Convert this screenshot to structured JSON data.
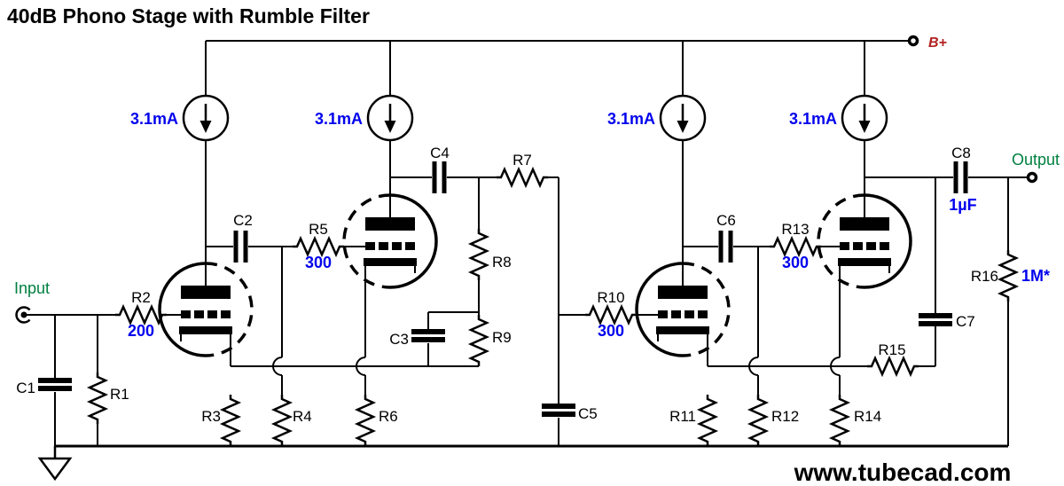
{
  "title": "40dB Phono Stage with Rumble Filter",
  "website": "www.tubecad.com",
  "ports": {
    "input": "Input",
    "output": "Output",
    "supply": "B+"
  },
  "current_sources": {
    "cs1": "3.1mA",
    "cs2": "3.1mA",
    "cs3": "3.1mA",
    "cs4": "3.1mA"
  },
  "resistors": {
    "R1": {
      "label": "R1"
    },
    "R2": {
      "label": "R2",
      "value": "200"
    },
    "R3": {
      "label": "R3"
    },
    "R4": {
      "label": "R4"
    },
    "R5": {
      "label": "R5",
      "value": "300"
    },
    "R6": {
      "label": "R6"
    },
    "R7": {
      "label": "R7"
    },
    "R8": {
      "label": "R8"
    },
    "R9": {
      "label": "R9"
    },
    "R10": {
      "label": "R10",
      "value": "300"
    },
    "R11": {
      "label": "R11"
    },
    "R12": {
      "label": "R12"
    },
    "R13": {
      "label": "R13",
      "value": "300"
    },
    "R14": {
      "label": "R14"
    },
    "R15": {
      "label": "R15"
    },
    "R16": {
      "label": "R16",
      "value": "1M*"
    }
  },
  "capacitors": {
    "C1": {
      "label": "C1"
    },
    "C2": {
      "label": "C2"
    },
    "C3": {
      "label": "C3"
    },
    "C4": {
      "label": "C4"
    },
    "C5": {
      "label": "C5"
    },
    "C6": {
      "label": "C6"
    },
    "C7": {
      "label": "C7"
    },
    "C8": {
      "label": "C8",
      "value": "1µF"
    }
  },
  "colors": {
    "wire": "#000000",
    "value_text": "#0000EE",
    "port_text": "#008040",
    "supply_text": "#B22222"
  }
}
